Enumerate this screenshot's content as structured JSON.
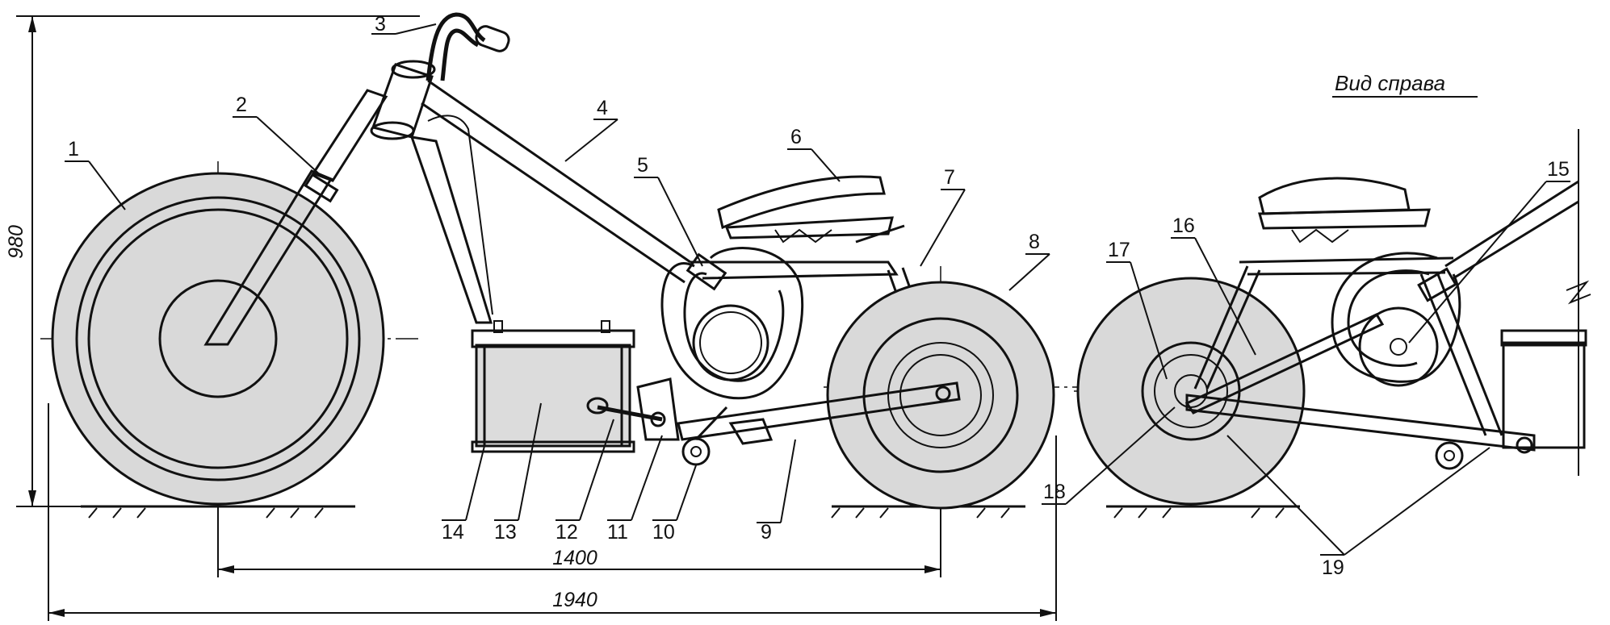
{
  "view_title": "Вид справа",
  "dimensions": {
    "height": "980",
    "wheelbase": "1400",
    "overall_length": "1940"
  },
  "callouts": [
    "1",
    "2",
    "3",
    "4",
    "5",
    "6",
    "7",
    "8",
    "9",
    "10",
    "11",
    "12",
    "13",
    "14",
    "15",
    "16",
    "17",
    "18",
    "19"
  ]
}
